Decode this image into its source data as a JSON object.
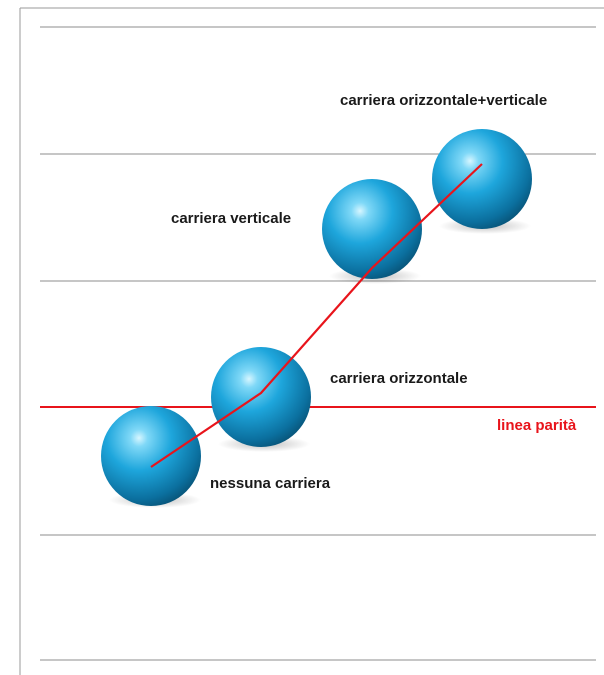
{
  "labels": {
    "top_label": "carriera orizzontale+verticale",
    "vertical_label": "carriera verticale",
    "horizontal_label": "carriera orizzontale",
    "none_label": "nessuna carriera",
    "parity_label": "linea parità"
  },
  "colors": {
    "parity_line": "#e8141b",
    "trend_line": "#e8141b",
    "sphere_main": "#1aa3d9",
    "grid_line": "#8c8c8c"
  }
}
